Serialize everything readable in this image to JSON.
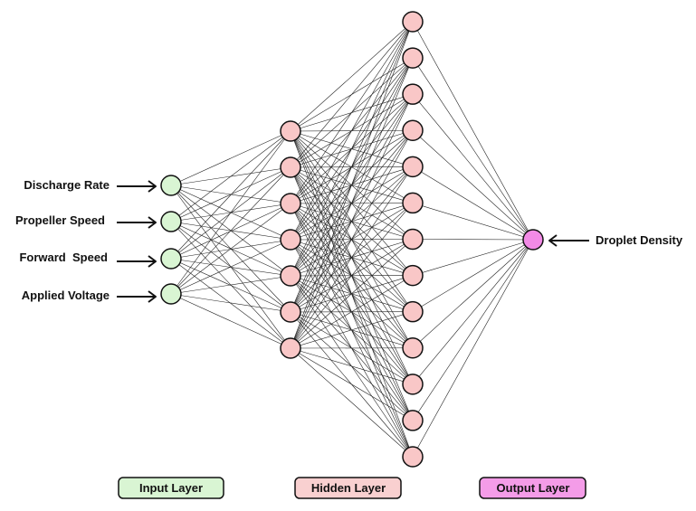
{
  "input_features": [
    {
      "label": "Discharge Rate"
    },
    {
      "label": "Propeller Speed"
    },
    {
      "label": "Forward  Speed"
    },
    {
      "label": "Applied Voltage"
    }
  ],
  "output_target": {
    "label": "Droplet Density"
  },
  "layers": {
    "input": {
      "label": "Input Layer",
      "node_count": 4,
      "color": "#d9f5d3"
    },
    "hidden_1": {
      "node_count": 7,
      "color": "#f9c7c7"
    },
    "hidden_2": {
      "node_count": 13,
      "color": "#f9c7c7"
    },
    "output": {
      "label": "Output Layer",
      "node_count": 1,
      "color": "#f28ae6"
    }
  },
  "hidden_label": "Hidden Layer",
  "colors": {
    "input_fill": "#d9f5d3",
    "hidden_fill": "#f9c7c7",
    "output_fill": "#f28ae6",
    "input_badge": "#d9f5d3",
    "hidden_badge": "#f9d0d0",
    "output_badge": "#f49ce8",
    "stroke": "#111111"
  }
}
